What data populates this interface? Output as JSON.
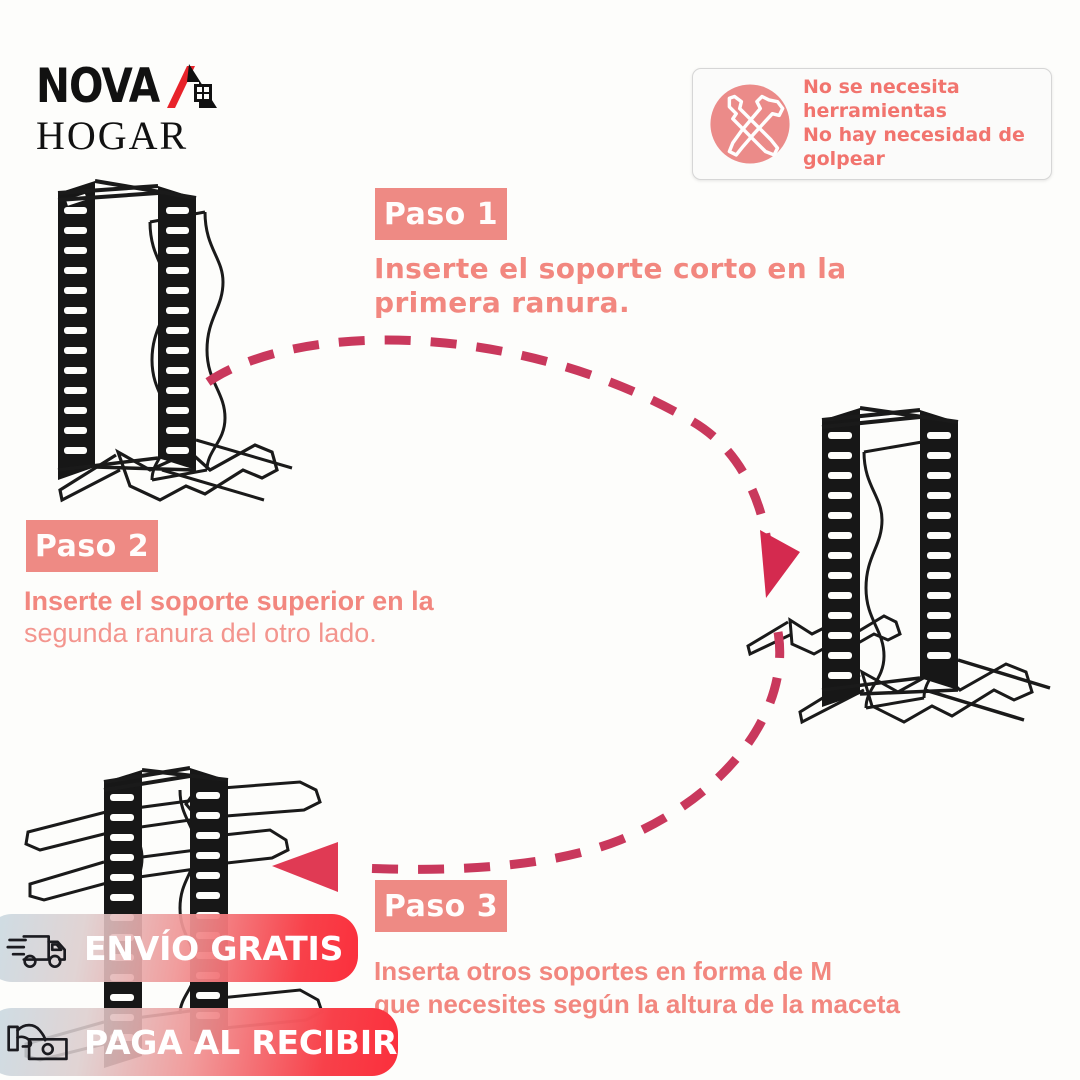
{
  "brand": {
    "name_line1": "NOVA",
    "name_line2": "HOGAR",
    "logo_icon": "house-roof-icon",
    "accent_color": "#e8232a",
    "text_color": "#111111"
  },
  "no_tools_badge": {
    "icon": "crossed-tools-no-icon",
    "lines": [
      "No se necesita",
      "herramientas",
      "No hay necesidad de",
      "golpear"
    ],
    "text_color": "#f1665f",
    "circle_color": "#e8706e"
  },
  "steps": [
    {
      "badge": "Paso 1",
      "lines": [
        "Inserte el soporte corto en la",
        "primera ranura."
      ],
      "badge_color": "#ee8a84",
      "text_color": "#f2877f"
    },
    {
      "badge": "Paso 2",
      "lines": [
        "Inserte el soporte superior en la",
        "segunda ranura del otro lado."
      ],
      "badge_color": "#ee8a84",
      "text_color": "#f2877f"
    },
    {
      "badge": "Paso 3",
      "lines": [
        "Inserta otros soportes en forma de M",
        "que necesites según la altura de la maceta"
      ],
      "badge_color": "#ee8a84",
      "text_color": "#f2877f"
    }
  ],
  "promos": [
    {
      "label": "ENVÍO GRATIS",
      "icon": "delivery-truck-icon",
      "gradient_from": "#c4d8e2",
      "gradient_to": "#fb2f3c"
    },
    {
      "label": "PAGA AL RECIBIR",
      "icon": "hand-cash-icon",
      "gradient_from": "#c4d8e2",
      "gradient_to": "#fb2f3c"
    }
  ],
  "illustrations": {
    "rack_1": "pot-rack-one-shelf",
    "rack_2": "pot-rack-two-shelves",
    "rack_3": "pot-rack-multi-shelf",
    "flow_arrow": "dashed-loop-arrow",
    "flow_color": "#c9385c",
    "arrowhead_color": "#d42a4f",
    "metal_color": "#1a1a1a"
  },
  "background_color": "#fdfdfb"
}
